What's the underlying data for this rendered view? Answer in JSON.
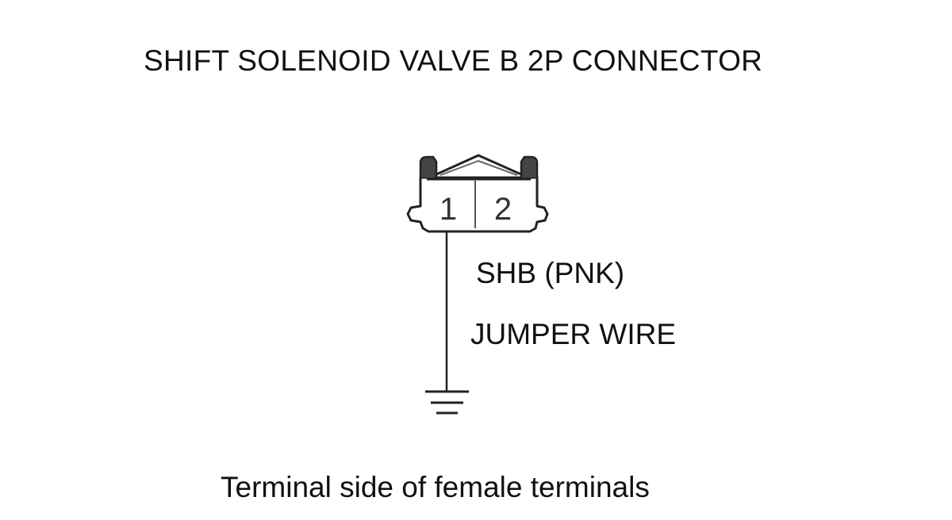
{
  "diagram": {
    "title": "SHIFT SOLENOID VALVE B 2P CONNECTOR",
    "connector": {
      "terminals": [
        "1",
        "2"
      ]
    },
    "wire_label": "SHB (PNK)",
    "jumper_label": "JUMPER WIRE",
    "footer": "Terminal side of female terminals"
  }
}
